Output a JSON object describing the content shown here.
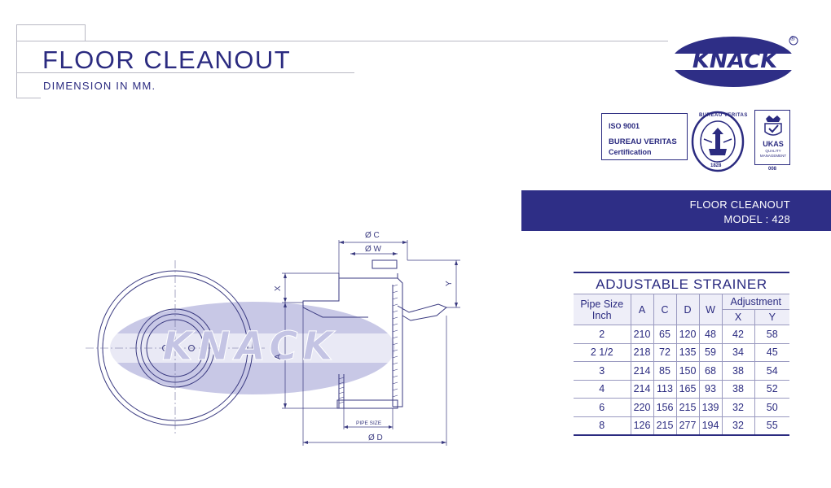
{
  "header": {
    "title": "FLOOR CLEANOUT",
    "subtitle": "DIMENSION IN MM."
  },
  "brand": {
    "logo_text": "KNACK",
    "registered_mark": "®",
    "watermark_text": "KNACK"
  },
  "certification": {
    "iso": "ISO 9001",
    "body": "BUREAU VERITAS",
    "certification_label": "Certification",
    "seal_top_text": "BUREAU VERITAS",
    "seal_year": "1828",
    "ukas_label": "UKAS",
    "ukas_sub1": "QUALITY",
    "ukas_sub2": "MANAGEMENT",
    "ukas_number": "008"
  },
  "model_bar": {
    "product": "FLOOR CLEANOUT",
    "model": "MODEL : 428"
  },
  "drawing_labels": {
    "dia_c": "Ø C",
    "dia_w": "Ø W",
    "dia_d": "Ø D",
    "x": "X",
    "y": "Y",
    "a": "A",
    "pipe_size": "PIPE SIZE"
  },
  "table": {
    "title": "ADJUSTABLE  STRAINER",
    "headers": {
      "pipe_size_line1": "Pipe Size",
      "pipe_size_line2": "Inch",
      "a": "A",
      "c": "C",
      "d": "D",
      "w": "W",
      "adjustment": "Adjustment",
      "x": "X",
      "y": "Y"
    },
    "rows": [
      [
        "2",
        "210",
        "65",
        "120",
        "48",
        "42",
        "58"
      ],
      [
        "2  1/2",
        "218",
        "72",
        "135",
        "59",
        "34",
        "45"
      ],
      [
        "3",
        "214",
        "85",
        "150",
        "68",
        "38",
        "54"
      ],
      [
        "4",
        "214",
        "113",
        "165",
        "93",
        "38",
        "52"
      ],
      [
        "6",
        "220",
        "156",
        "215",
        "139",
        "32",
        "50"
      ],
      [
        "8",
        "126",
        "215",
        "277",
        "194",
        "32",
        "55"
      ]
    ]
  },
  "colors": {
    "brand_blue": "#2e2e86",
    "watermark": "#c4c4e4",
    "line": "#2b2b80"
  }
}
